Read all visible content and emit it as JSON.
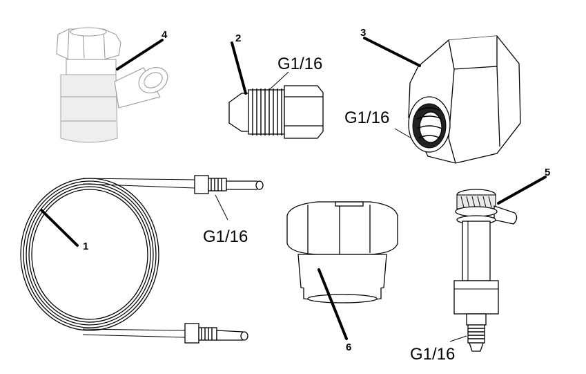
{
  "callouts": {
    "part_1": "1",
    "part_2": "2",
    "part_3": "3",
    "part_4": "4",
    "part_5": "5",
    "part_6": "6"
  },
  "thread_specs": {
    "part_2": "G1/16",
    "part_3": "G1/16",
    "capillary": "G1/16",
    "part_5": "G1/16"
  },
  "colors": {
    "line": "#000000",
    "background": "#ffffff",
    "shade": "#e9e9e9"
  }
}
